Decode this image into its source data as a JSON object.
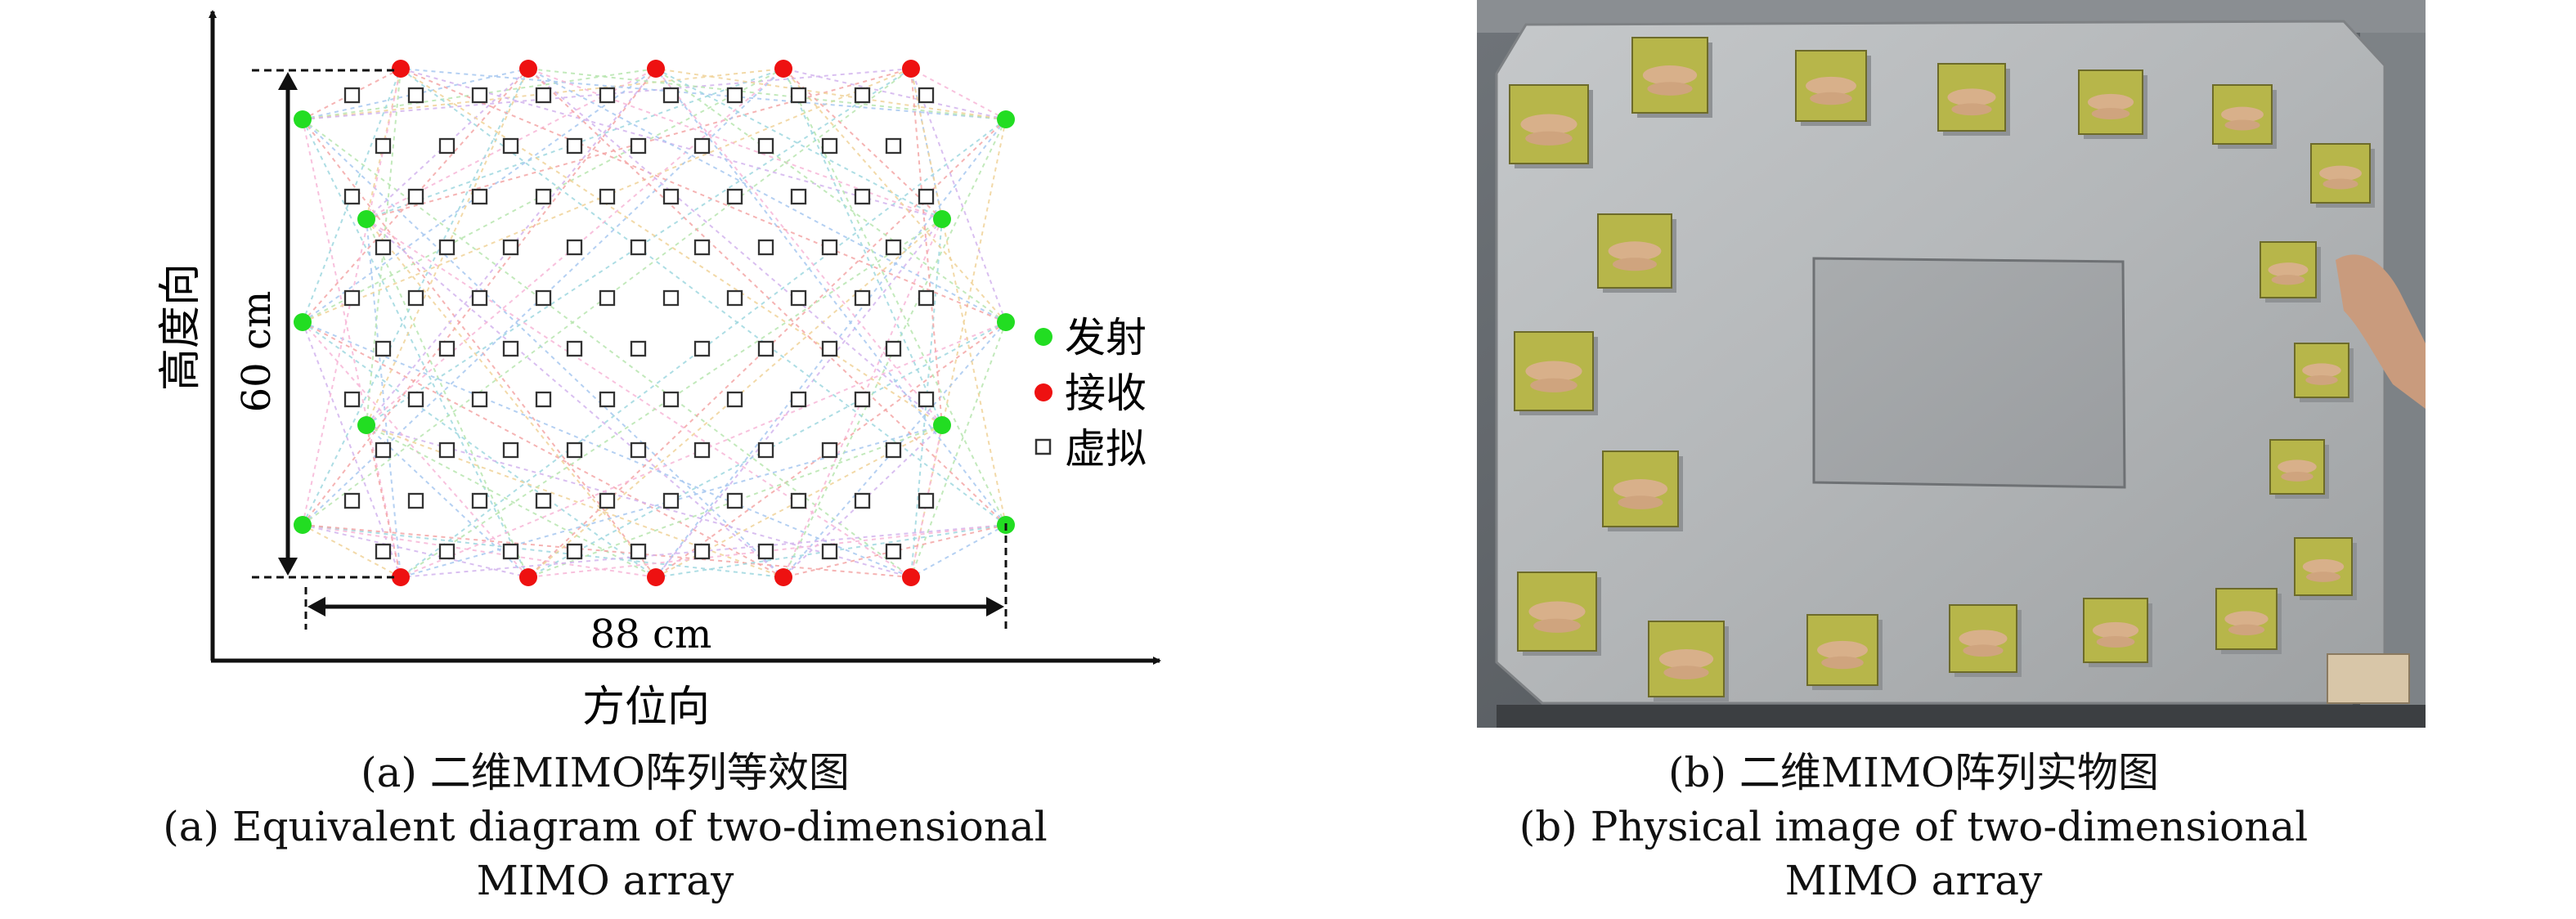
{
  "figure_a": {
    "x_axis_label": "方位向",
    "y_axis_label": "高度向",
    "height_dim": "60 cm",
    "width_dim": "88 cm",
    "legend": [
      {
        "label": "发射",
        "color": "#22dd22",
        "symbol": "filled-circle"
      },
      {
        "label": "接收",
        "color": "#ee1111",
        "symbol": "filled-circle"
      },
      {
        "label": "虚拟",
        "color": "#333333",
        "symbol": "open-square"
      }
    ],
    "caption_cn": "(a) 二维MIMO阵列等效图",
    "caption_en_line1": "(a) Equivalent diagram of two-dimensional",
    "caption_en_line2": "MIMO array"
  },
  "figure_b": {
    "caption_cn": "(b) 二维MIMO阵列实物图",
    "caption_en_line1": "(b) Physical image of two-dimensional",
    "caption_en_line2": "MIMO array"
  }
}
